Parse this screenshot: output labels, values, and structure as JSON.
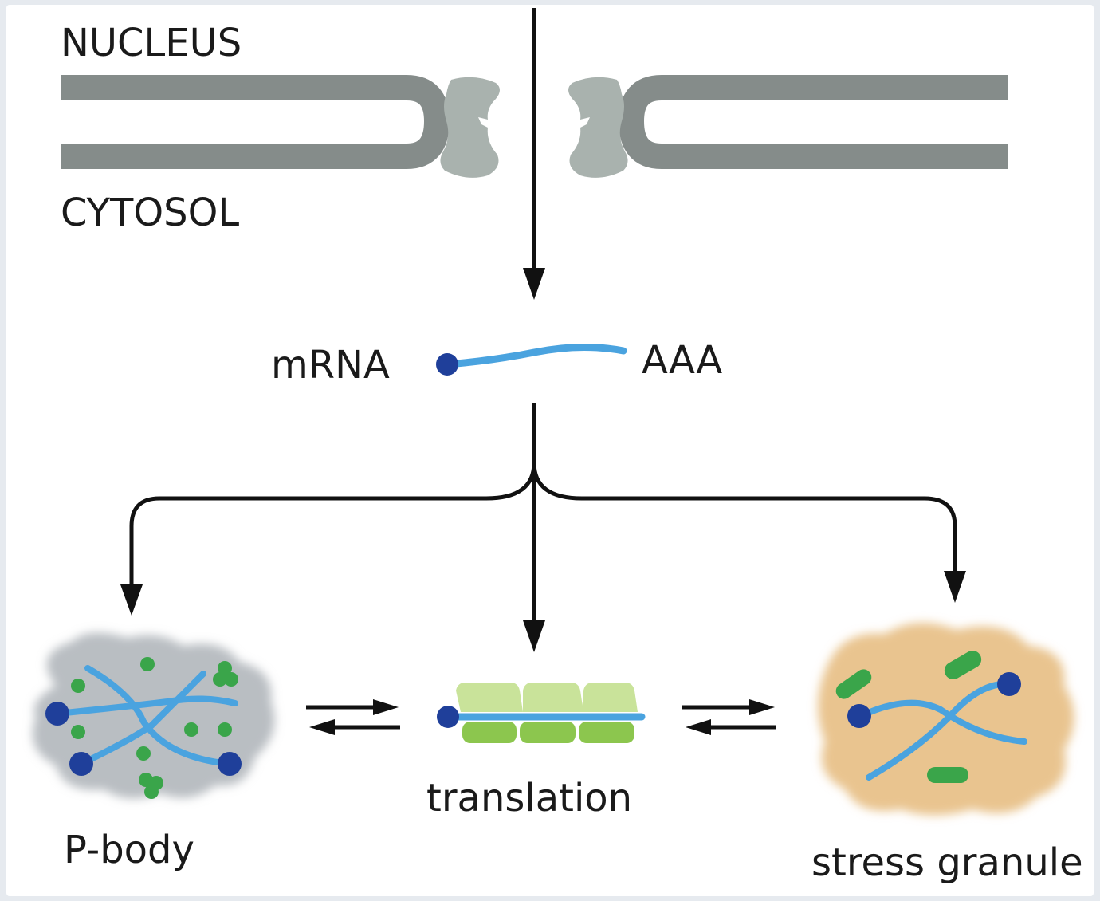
{
  "labels": {
    "nucleus": "NUCLEUS",
    "cytosol": "CYTOSOL",
    "mrna": "mRNA",
    "poly_a": "AAA",
    "p_body": "P-body",
    "translation": "translation",
    "stress_granule": "stress granule"
  },
  "colors": {
    "background": "#e6eaef",
    "panel": "#ffffff",
    "membrane": "#858c8a",
    "pore": "#a9b2ae",
    "rna": "#4aa3df",
    "cap": "#1f3f9a",
    "protein_green": "#3aa54a",
    "ribosome_light": "#c9e39a",
    "ribosome_dark": "#8cc64e",
    "p_body_fill": "#b9bec2",
    "stress_granule_fill": "#e9c48f",
    "arrow": "#111111"
  }
}
